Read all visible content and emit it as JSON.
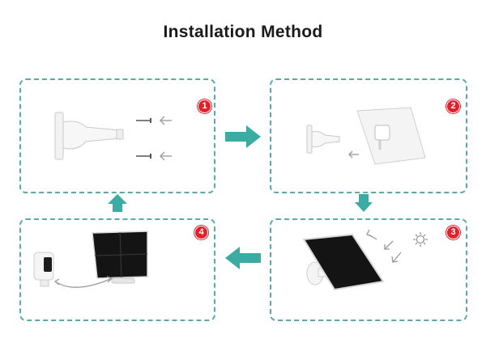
{
  "title": "Installation Method",
  "colors": {
    "accent": "#3aaca4",
    "border": "#5aa9a2",
    "badge": "#e0202a",
    "panel_black": "#141414"
  },
  "steps": [
    {
      "number": "1"
    },
    {
      "number": "2"
    },
    {
      "number": "3"
    },
    {
      "number": "4"
    }
  ],
  "icons": [
    "screw-icon",
    "hint-arrow-icon",
    "sun-icon",
    "flow-arrow-icon"
  ]
}
